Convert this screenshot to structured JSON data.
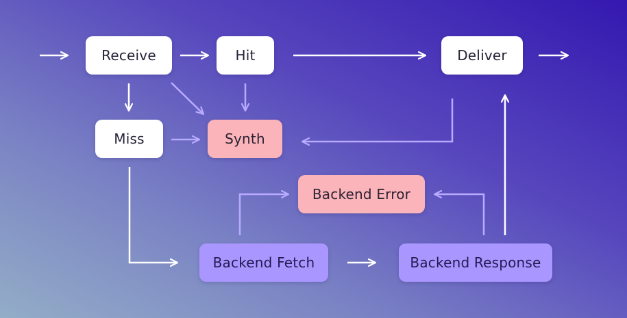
{
  "nodes": {
    "receive": "Receive",
    "hit": "Hit",
    "deliver": "Deliver",
    "miss": "Miss",
    "synth": "Synth",
    "backend_error": "Backend Error",
    "backend_fetch": "Backend Fetch",
    "backend_response": "Backend Response"
  },
  "colors": {
    "white_node": "#ffffff",
    "error_node": "#fbb4b9",
    "backend_node": "#a996ff",
    "arrow_white": "#ffffff",
    "arrow_lavender": "#b8aaff"
  }
}
